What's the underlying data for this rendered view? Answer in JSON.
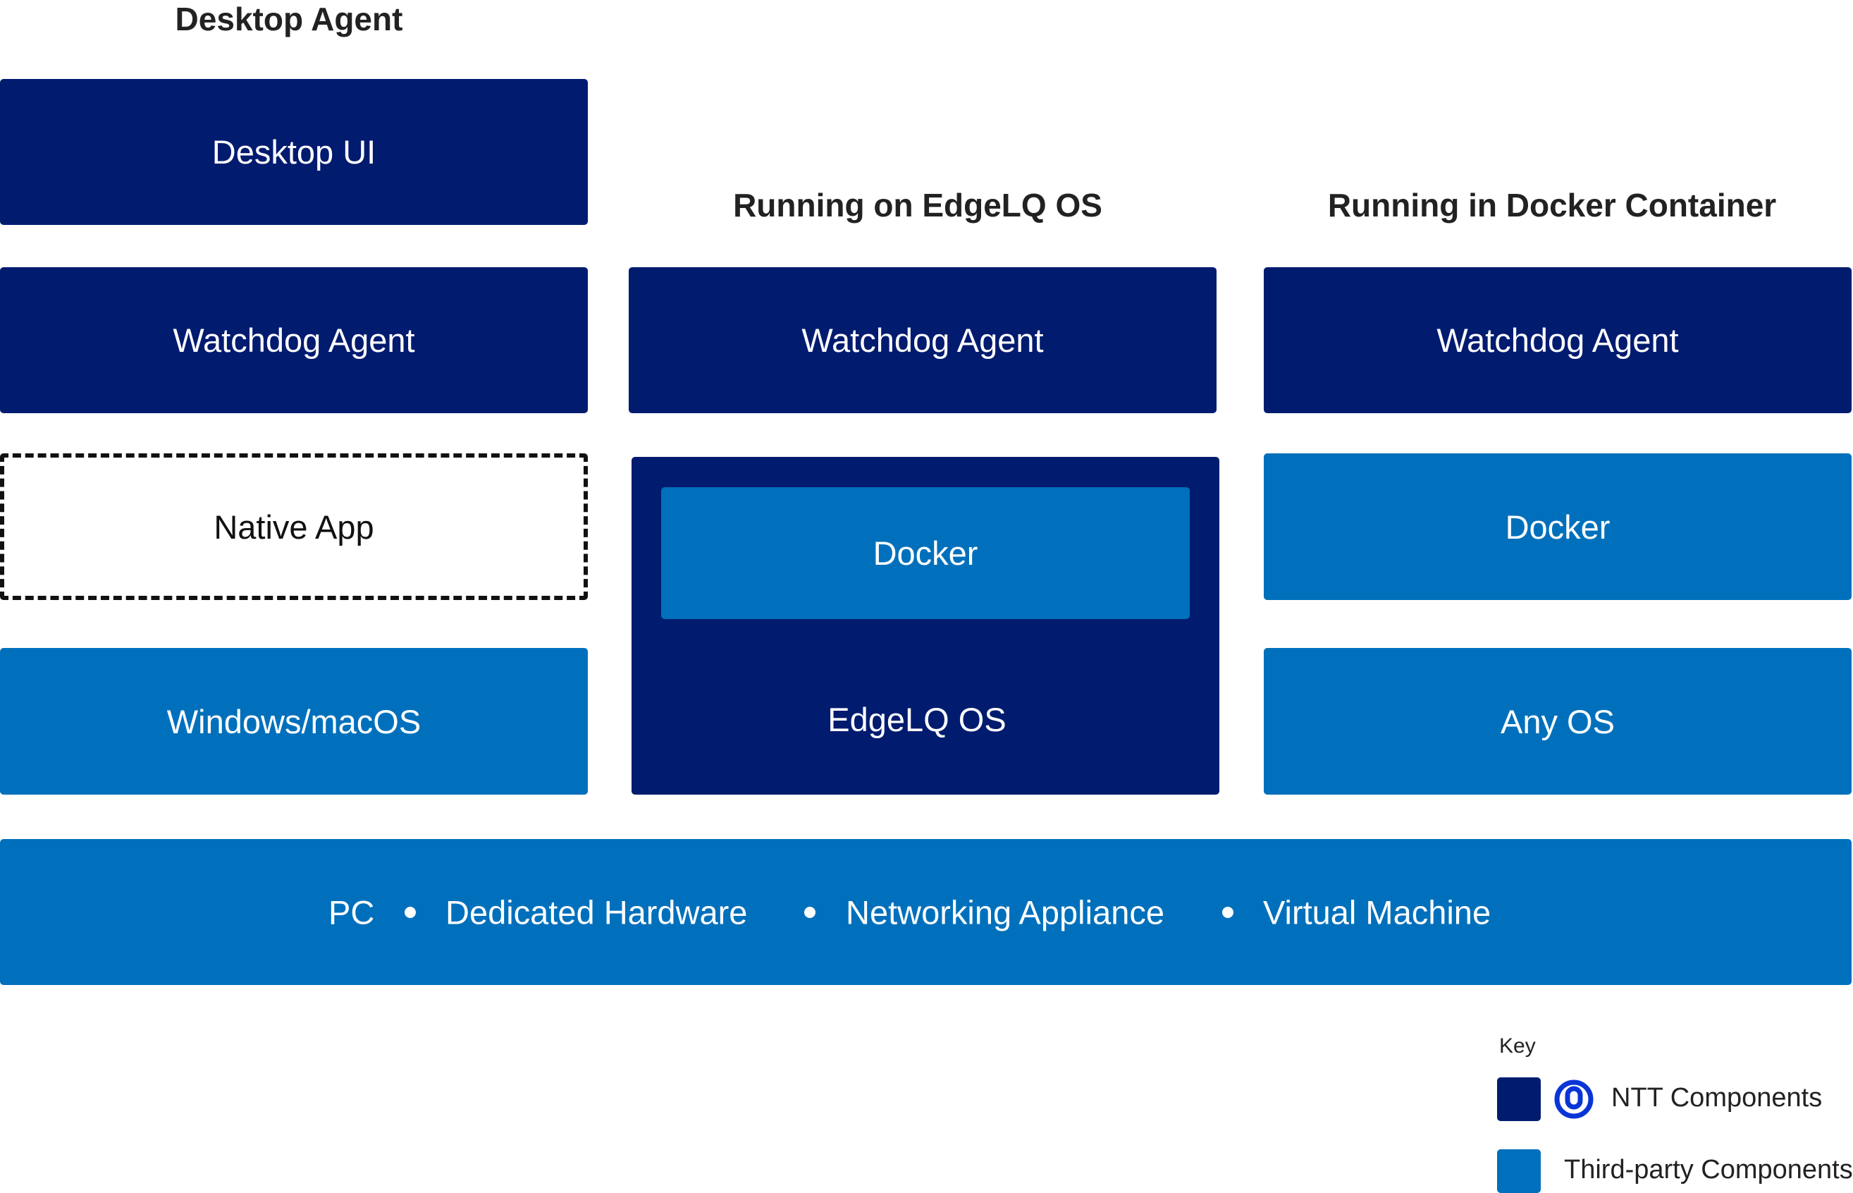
{
  "columns": [
    {
      "heading": "Desktop Agent",
      "layers": [
        "Desktop UI",
        "Watchdog Agent",
        "Native App",
        "Windows/macOS"
      ]
    },
    {
      "heading": "Running on EdgeLQ OS",
      "layers": [
        "Watchdog Agent",
        "Docker",
        "EdgeLQ OS"
      ]
    },
    {
      "heading": "Running in Docker Container",
      "layers": [
        "Watchdog Agent",
        "Docker",
        "Any OS"
      ]
    }
  ],
  "hardware": [
    "PC",
    "Dedicated Hardware",
    "Networking Appliance",
    "Virtual Machine"
  ],
  "legend": {
    "title": "Key",
    "ntt_label": "NTT Components",
    "third_party_label": "Third-party Components",
    "ntt_logo_icon": "ntt-logo-icon"
  },
  "colors": {
    "ntt": "#011b6f",
    "third_party": "#0070bc",
    "logo": "#0a35d6"
  }
}
